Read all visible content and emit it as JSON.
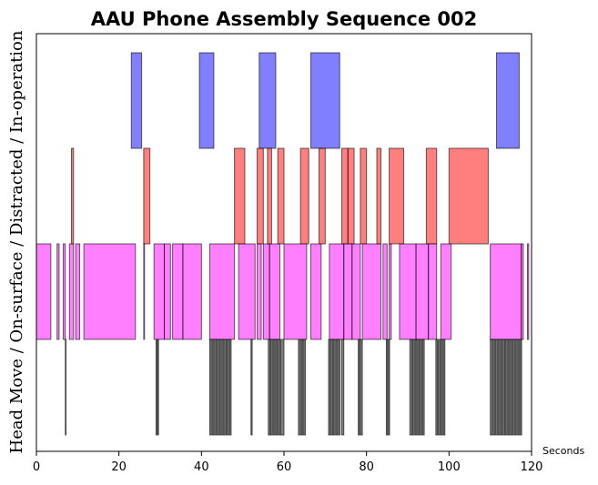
{
  "chart_data": {
    "type": "broken_barh",
    "title": "AAU Phone Assembly Sequence 002",
    "xlabel": "Seconds",
    "ylabel": "Head Move  /  On-surface  /  Distracted  /  In-operation",
    "xlim": [
      0,
      120
    ],
    "xticks": [
      0,
      20,
      40,
      60,
      80,
      100,
      120
    ],
    "series": [
      {
        "name": "In-operation",
        "color": "#0000ff",
        "lane": 3,
        "intervals": [
          [
            23.0,
            25.5
          ],
          [
            39.5,
            43.0
          ],
          [
            54.0,
            58.0
          ],
          [
            66.5,
            73.5
          ],
          [
            111.5,
            117.0
          ]
        ]
      },
      {
        "name": "Distracted",
        "color": "#ff0000",
        "lane": 2,
        "intervals": [
          [
            8.5,
            9.0
          ],
          [
            26.0,
            27.5
          ],
          [
            48.0,
            50.5
          ],
          [
            53.5,
            55.0
          ],
          [
            56.0,
            57.0
          ],
          [
            58.5,
            60.0
          ],
          [
            64.0,
            66.0
          ],
          [
            68.5,
            70.0
          ],
          [
            74.0,
            75.5
          ],
          [
            75.5,
            77.0
          ],
          [
            78.5,
            80.0
          ],
          [
            82.5,
            83.5
          ],
          [
            85.5,
            89.0
          ],
          [
            94.5,
            97.0
          ],
          [
            100.0,
            109.5
          ]
        ]
      },
      {
        "name": "On-surface",
        "color": "#ff00ff",
        "lane": 1,
        "intervals": [
          [
            0.0,
            3.5
          ],
          [
            5.0,
            5.5
          ],
          [
            6.5,
            7.0
          ],
          [
            8.0,
            9.0
          ],
          [
            9.5,
            10.5
          ],
          [
            11.5,
            24.0
          ],
          [
            26.0,
            26.2
          ],
          [
            28.5,
            31.0
          ],
          [
            31.0,
            32.5
          ],
          [
            33.0,
            35.5
          ],
          [
            35.5,
            40.0
          ],
          [
            42.0,
            48.0
          ],
          [
            49.0,
            53.0
          ],
          [
            53.5,
            54.5
          ],
          [
            55.0,
            56.5
          ],
          [
            56.5,
            59.0
          ],
          [
            60.0,
            65.5
          ],
          [
            66.5,
            69.0
          ],
          [
            71.0,
            74.5
          ],
          [
            74.5,
            76.5
          ],
          [
            76.5,
            78.5
          ],
          [
            79.0,
            83.5
          ],
          [
            84.0,
            85.0
          ],
          [
            85.5,
            86.0
          ],
          [
            88.0,
            92.0
          ],
          [
            92.0,
            95.0
          ],
          [
            95.0,
            97.0
          ],
          [
            98.0,
            100.5
          ],
          [
            110.0,
            117.5
          ],
          [
            117.5,
            118.0
          ],
          [
            119.0,
            119.3
          ]
        ]
      },
      {
        "name": "Head Move",
        "color": "#000000",
        "lane": 0,
        "intervals": [
          [
            7.0,
            7.1
          ],
          [
            29.0,
            29.2
          ],
          [
            29.4,
            29.6
          ],
          [
            42.0,
            42.4
          ],
          [
            42.6,
            43.0
          ],
          [
            43.2,
            43.6
          ],
          [
            43.8,
            44.2
          ],
          [
            44.4,
            44.8
          ],
          [
            45.0,
            45.4
          ],
          [
            45.6,
            46.0
          ],
          [
            46.2,
            46.6
          ],
          [
            46.8,
            47.2
          ],
          [
            52.0,
            52.3
          ],
          [
            56.2,
            56.6
          ],
          [
            56.8,
            57.2
          ],
          [
            57.4,
            57.8
          ],
          [
            58.0,
            58.4
          ],
          [
            58.6,
            59.0
          ],
          [
            59.2,
            60.0
          ],
          [
            63.5,
            64.0
          ],
          [
            64.2,
            64.6
          ],
          [
            64.8,
            65.2
          ],
          [
            70.8,
            71.2
          ],
          [
            71.4,
            71.8
          ],
          [
            72.0,
            72.4
          ],
          [
            72.6,
            73.0
          ],
          [
            73.2,
            73.6
          ],
          [
            74.0,
            74.5
          ],
          [
            78.0,
            78.3
          ],
          [
            78.5,
            79.0
          ],
          [
            84.8,
            85.1
          ],
          [
            85.3,
            85.6
          ],
          [
            90.5,
            91.0
          ],
          [
            91.2,
            91.6
          ],
          [
            91.8,
            92.2
          ],
          [
            92.4,
            92.8
          ],
          [
            93.0,
            93.4
          ],
          [
            93.6,
            94.0
          ],
          [
            96.8,
            97.2
          ],
          [
            97.4,
            97.8
          ],
          [
            98.0,
            98.4
          ],
          [
            98.6,
            99.0
          ],
          [
            110.0,
            110.5
          ],
          [
            110.7,
            111.1
          ],
          [
            111.3,
            111.7
          ],
          [
            111.9,
            112.3
          ],
          [
            112.5,
            112.9
          ],
          [
            113.1,
            113.5
          ],
          [
            113.7,
            114.1
          ],
          [
            114.3,
            114.7
          ],
          [
            114.9,
            115.3
          ],
          [
            115.5,
            115.9
          ],
          [
            116.1,
            116.5
          ],
          [
            116.7,
            117.1
          ],
          [
            117.3,
            117.6
          ]
        ]
      }
    ],
    "grid": false
  }
}
